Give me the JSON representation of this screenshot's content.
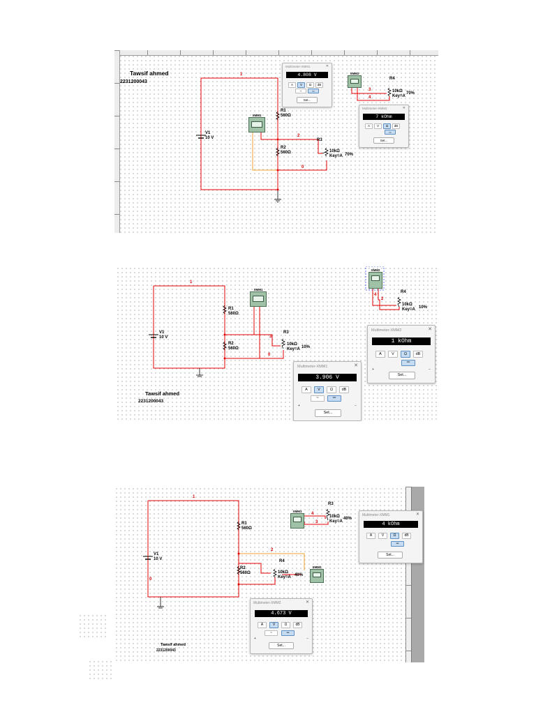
{
  "panels": [
    {
      "student_name": "Tawsif ahmed",
      "student_id": "2231200043",
      "source": {
        "name": "V1",
        "value": "10 V"
      },
      "r1": {
        "name": "R1",
        "value": "560Ω"
      },
      "r2": {
        "name": "R2",
        "value": "560Ω"
      },
      "pot_a": {
        "name": "R3",
        "value": "10kΩ",
        "key": "Key=A",
        "percent": "70%"
      },
      "pot_b": {
        "name": "R4",
        "value": "10kΩ",
        "key": "Key=A",
        "percent": "70%"
      },
      "meter_a": {
        "name": "XMM1"
      },
      "meter_b": {
        "name": "XMM2"
      },
      "nets": [
        "1",
        "2",
        "0",
        "3",
        "4"
      ],
      "dialog_a": {
        "title": "Multimeter-XMM1",
        "reading": "4.808 V",
        "buttons": [
          "A",
          "V",
          "Ω",
          "dB"
        ],
        "selected": 1,
        "set": "Set..."
      },
      "dialog_b": {
        "title": "Multimeter-XMM2",
        "reading": "7 kOhm",
        "buttons": [
          "A",
          "V",
          "Ω",
          "dB"
        ],
        "selected": 2,
        "set": "Set..."
      }
    },
    {
      "student_name": "Tawsif ahmed",
      "student_id": "2231200043",
      "source": {
        "name": "V1",
        "value": "10 V"
      },
      "r1": {
        "name": "R1",
        "value": "560Ω"
      },
      "r2": {
        "name": "R2",
        "value": "560Ω"
      },
      "pot_a": {
        "name": "R3",
        "value": "10kΩ",
        "key": "Key=A",
        "percent": "10%"
      },
      "pot_b": {
        "name": "R4",
        "value": "10kΩ",
        "key": "Key=A",
        "percent": "10%"
      },
      "meter_a": {
        "name": "XMM1"
      },
      "meter_b": {
        "name": "XMM2"
      },
      "nets": [
        "1",
        "3",
        "0",
        "4",
        "2"
      ],
      "dialog_a": {
        "title": "Multimeter-XMM1",
        "reading": "3.906 V",
        "buttons": [
          "A",
          "V",
          "Ω",
          "dB"
        ],
        "selected": 1,
        "set": "Set..."
      },
      "dialog_b": {
        "title": "Multimeter-XMM2",
        "reading": "1 kOhm",
        "buttons": [
          "A",
          "V",
          "Ω",
          "dB"
        ],
        "selected": 2,
        "set": "Set..."
      }
    },
    {
      "student_name": "Tawsif ahmed",
      "student_id": "2231200043",
      "source": {
        "name": "V1",
        "value": "10 V"
      },
      "r1": {
        "name": "R1",
        "value": "560Ω"
      },
      "r2": {
        "name": "R2",
        "value": "560Ω"
      },
      "pot_a": {
        "name": "R3",
        "value": "10kΩ",
        "key": "Key=A",
        "percent": "40%"
      },
      "pot_b": {
        "name": "R4",
        "value": "10kΩ",
        "key": "Key=A",
        "percent": "40%"
      },
      "meter_a": {
        "name": "XMM1"
      },
      "meter_b": {
        "name": "XMM2"
      },
      "nets": [
        "1",
        "0",
        "2",
        "4",
        "3"
      ],
      "dialog_a": {
        "title": "Multimeter-XMM1",
        "reading": "4 kOhm",
        "buttons": [
          "A",
          "V",
          "Ω",
          "dB"
        ],
        "selected": 2,
        "set": "Set..."
      },
      "dialog_b": {
        "title": "Multimeter-XMM2",
        "reading": "4.673 V",
        "buttons": [
          "A",
          "V",
          "Ω",
          "dB"
        ],
        "selected": 1,
        "set": "Set..."
      }
    }
  ],
  "colors": {
    "wire_red": "#e60000",
    "wire_orange": "#f0a030",
    "meter_green": "#9fc1a6",
    "display_black": "#000000"
  }
}
